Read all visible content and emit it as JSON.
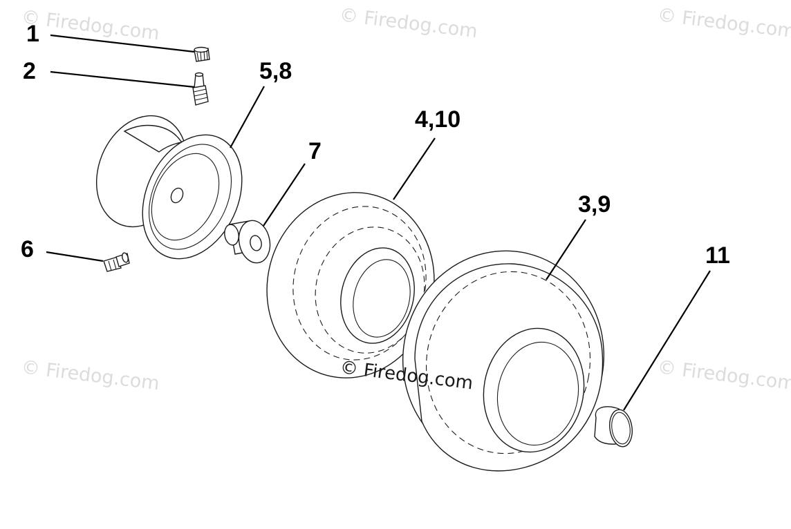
{
  "watermark": "© Firedog.com",
  "callouts": {
    "c1": "1",
    "c2": "2",
    "c58": "5,8",
    "c410": "4,10",
    "c7": "7",
    "c39": "3,9",
    "c11": "11",
    "c6": "6"
  }
}
